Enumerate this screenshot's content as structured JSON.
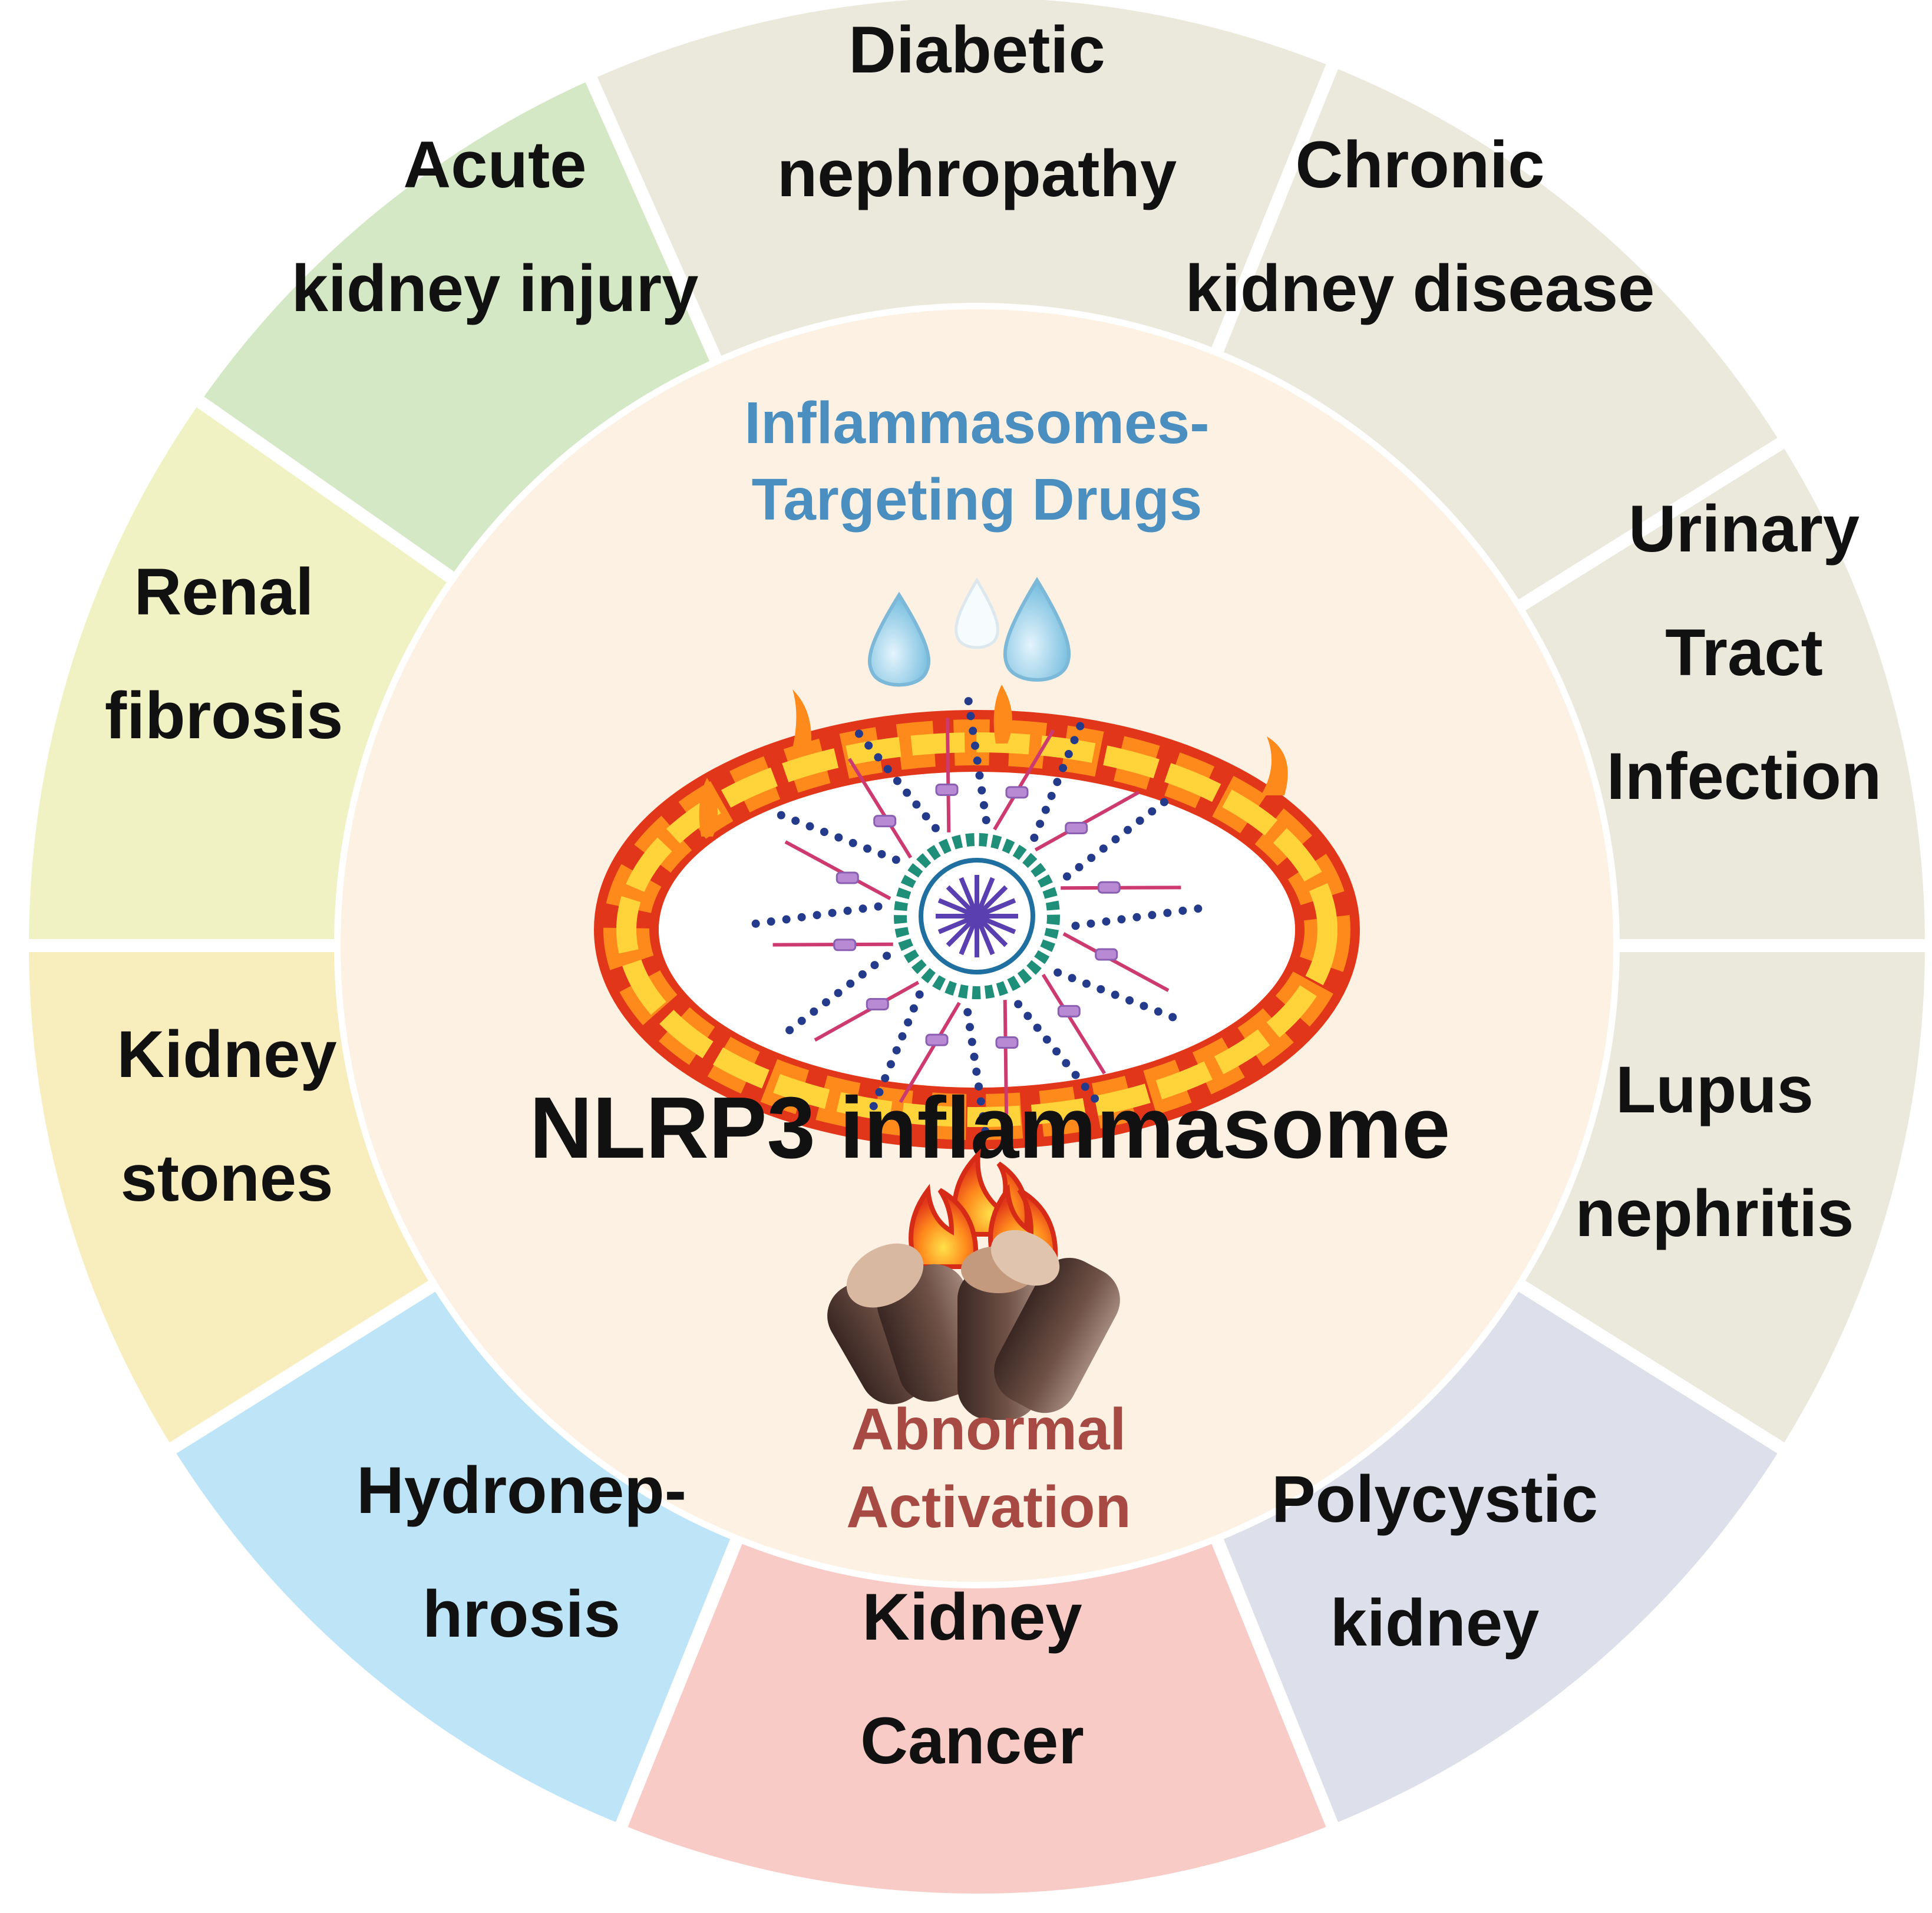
{
  "segments": [
    {
      "id": "diabetic",
      "lines": [
        "Diabetic",
        "nephropathy"
      ],
      "color": "#ebe9dc"
    },
    {
      "id": "ckd",
      "lines": [
        "Chronic",
        "kidney disease"
      ],
      "color": "#ebe9dc"
    },
    {
      "id": "uti",
      "lines": [
        "Urinary",
        "Tract",
        "Infection"
      ],
      "color": "#ebe9dc"
    },
    {
      "id": "lupus",
      "lines": [
        "Lupus",
        "nephritis"
      ],
      "color": "#ebe9dc"
    },
    {
      "id": "polycystic",
      "lines": [
        "Polycystic",
        "kidney"
      ],
      "color": "#dde0ea"
    },
    {
      "id": "cancer",
      "lines": [
        "Kidney",
        "Cancer"
      ],
      "color": "#f8cbc6"
    },
    {
      "id": "hydro",
      "lines": [
        "Hydronep-",
        "hrosis"
      ],
      "color": "#bde4f7"
    },
    {
      "id": "stones",
      "lines": [
        "Kidney",
        "stones"
      ],
      "color": "#f8edbd"
    },
    {
      "id": "fibrosis",
      "lines": [
        "Renal",
        "fibrosis"
      ],
      "color": "#f1f2c4"
    },
    {
      "id": "aki",
      "lines": [
        "Acute",
        "kidney injury"
      ],
      "color": "#d4e8c6"
    }
  ],
  "center": {
    "title": "NLRP3 inflammasome",
    "drugs_line1": "Inflammasomes-",
    "drugs_line2": "Targeting Drugs",
    "activation_line1": "Abnormal",
    "activation_line2": "Activation",
    "fill_color": "#fcf1e2"
  }
}
